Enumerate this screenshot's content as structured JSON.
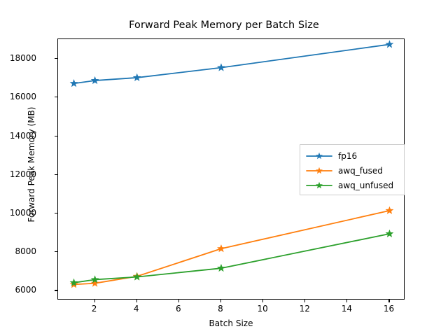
{
  "chart_data": {
    "type": "line",
    "title": "Forward Peak Memory per Batch Size",
    "xlabel": "Batch Size",
    "ylabel": "Forward Peak Memory (MB)",
    "x": [
      1,
      2,
      4,
      8,
      16
    ],
    "xlim": [
      0.25,
      16.75
    ],
    "ylim": [
      5510,
      19020
    ],
    "xticks": [
      2,
      4,
      6,
      8,
      10,
      12,
      14,
      16
    ],
    "xtick_labels": [
      "2",
      "4",
      "6",
      "8",
      "10",
      "12",
      "14",
      "16"
    ],
    "yticks": [
      6000,
      8000,
      10000,
      12000,
      14000,
      16000,
      18000
    ],
    "ytick_labels": [
      "6000",
      "8000",
      "10000",
      "12000",
      "14000",
      "16000",
      "18000"
    ],
    "grid": false,
    "marker": "star",
    "legend_position": "center right",
    "series": [
      {
        "name": "fp16",
        "color": "#1f77b4",
        "values": [
          16730,
          16880,
          17030,
          17550,
          18750
        ]
      },
      {
        "name": "awq_fused",
        "color": "#ff7f0e",
        "values": [
          6330,
          6390,
          6750,
          8180,
          10150
        ]
      },
      {
        "name": "awq_unfused",
        "color": "#2ca02c",
        "values": [
          6420,
          6580,
          6720,
          7170,
          8950
        ]
      }
    ]
  },
  "legend": {
    "entries": [
      {
        "label": "fp16"
      },
      {
        "label": "awq_fused"
      },
      {
        "label": "awq_unfused"
      }
    ]
  },
  "axes": {
    "title": "Forward Peak Memory per Batch Size",
    "x_axis_label": "Batch Size",
    "y_axis_label": "Forward Peak Memory (MB)"
  }
}
